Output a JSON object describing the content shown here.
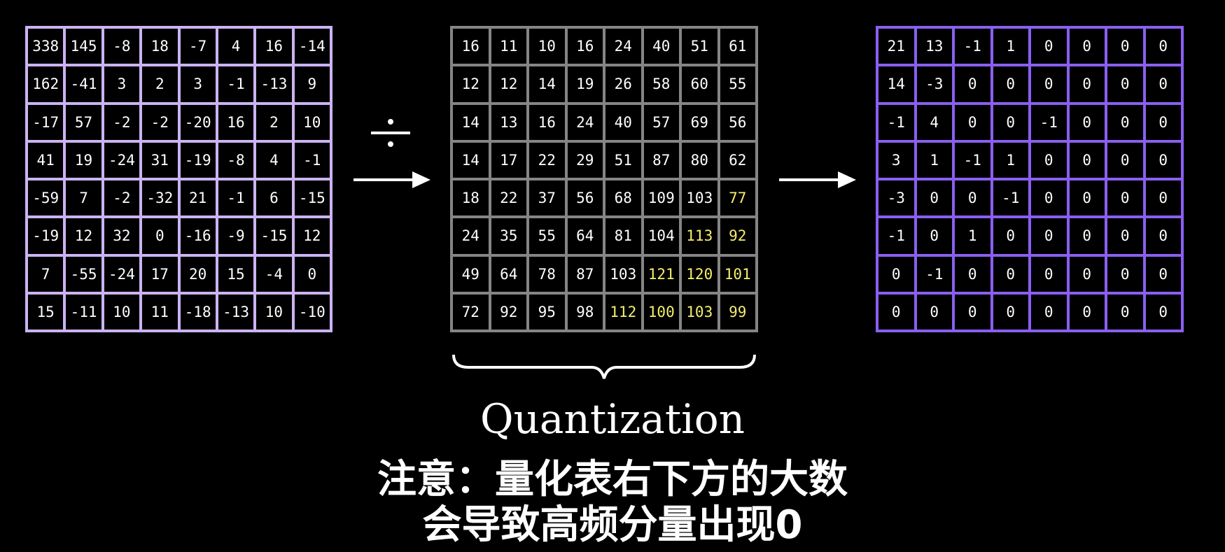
{
  "dct_matrix": [
    [
      "338",
      "145",
      "-8",
      "18",
      "-7",
      "4",
      "16",
      "-14"
    ],
    [
      "162",
      "-41",
      "3",
      "2",
      "3",
      "-1",
      "-13",
      "9"
    ],
    [
      "-17",
      "57",
      "-2",
      "-2",
      "-20",
      "16",
      "2",
      "10"
    ],
    [
      "41",
      "19",
      "-24",
      "31",
      "-19",
      "-8",
      "4",
      "-1"
    ],
    [
      "-59",
      "7",
      "-2",
      "-32",
      "21",
      "-1",
      "6",
      "-15"
    ],
    [
      "-19",
      "12",
      "32",
      "0",
      "-16",
      "-9",
      "-15",
      "12"
    ],
    [
      "7",
      "-55",
      "-24",
      "17",
      "20",
      "15",
      "-4",
      "0"
    ],
    [
      "15",
      "-11",
      "10",
      "11",
      "-18",
      "-13",
      "10",
      "-10"
    ]
  ],
  "quant_table": [
    [
      "16",
      "11",
      "10",
      "16",
      "24",
      "40",
      "51",
      "61"
    ],
    [
      "12",
      "12",
      "14",
      "19",
      "26",
      "58",
      "60",
      "55"
    ],
    [
      "14",
      "13",
      "16",
      "24",
      "40",
      "57",
      "69",
      "56"
    ],
    [
      "14",
      "17",
      "22",
      "29",
      "51",
      "87",
      "80",
      "62"
    ],
    [
      "18",
      "22",
      "37",
      "56",
      "68",
      "109",
      "103",
      "77"
    ],
    [
      "24",
      "35",
      "55",
      "64",
      "81",
      "104",
      "113",
      "92"
    ],
    [
      "49",
      "64",
      "78",
      "87",
      "103",
      "121",
      "120",
      "101"
    ],
    [
      "72",
      "92",
      "95",
      "98",
      "112",
      "100",
      "103",
      "99"
    ]
  ],
  "quant_highlighted": [
    [
      4,
      7
    ],
    [
      5,
      6
    ],
    [
      5,
      7
    ],
    [
      6,
      5
    ],
    [
      6,
      6
    ],
    [
      6,
      7
    ],
    [
      7,
      4
    ],
    [
      7,
      5
    ],
    [
      7,
      6
    ],
    [
      7,
      7
    ]
  ],
  "highlight_color": "#f6ef6b",
  "quantized_matrix": [
    [
      "21",
      "13",
      "-1",
      "1",
      "0",
      "0",
      "0",
      "0"
    ],
    [
      "14",
      "-3",
      "0",
      "0",
      "0",
      "0",
      "0",
      "0"
    ],
    [
      "-1",
      "4",
      "0",
      "0",
      "-1",
      "0",
      "0",
      "0"
    ],
    [
      "3",
      "1",
      "-1",
      "1",
      "0",
      "0",
      "0",
      "0"
    ],
    [
      "-3",
      "0",
      "0",
      "-1",
      "0",
      "0",
      "0",
      "0"
    ],
    [
      "-1",
      "0",
      "1",
      "0",
      "0",
      "0",
      "0",
      "0"
    ],
    [
      "0",
      "-1",
      "0",
      "0",
      "0",
      "0",
      "0",
      "0"
    ],
    [
      "0",
      "0",
      "0",
      "0",
      "0",
      "0",
      "0",
      "0"
    ]
  ],
  "colors": {
    "dct_border": "#cbb3f3",
    "quant_border": "#858585",
    "out_border": "#8a5ff1"
  },
  "operator_symbol": "÷",
  "label": "Quantization",
  "subtitle": [
    "注意：量化表右下方的大数",
    "会导致高频分量出现0"
  ]
}
